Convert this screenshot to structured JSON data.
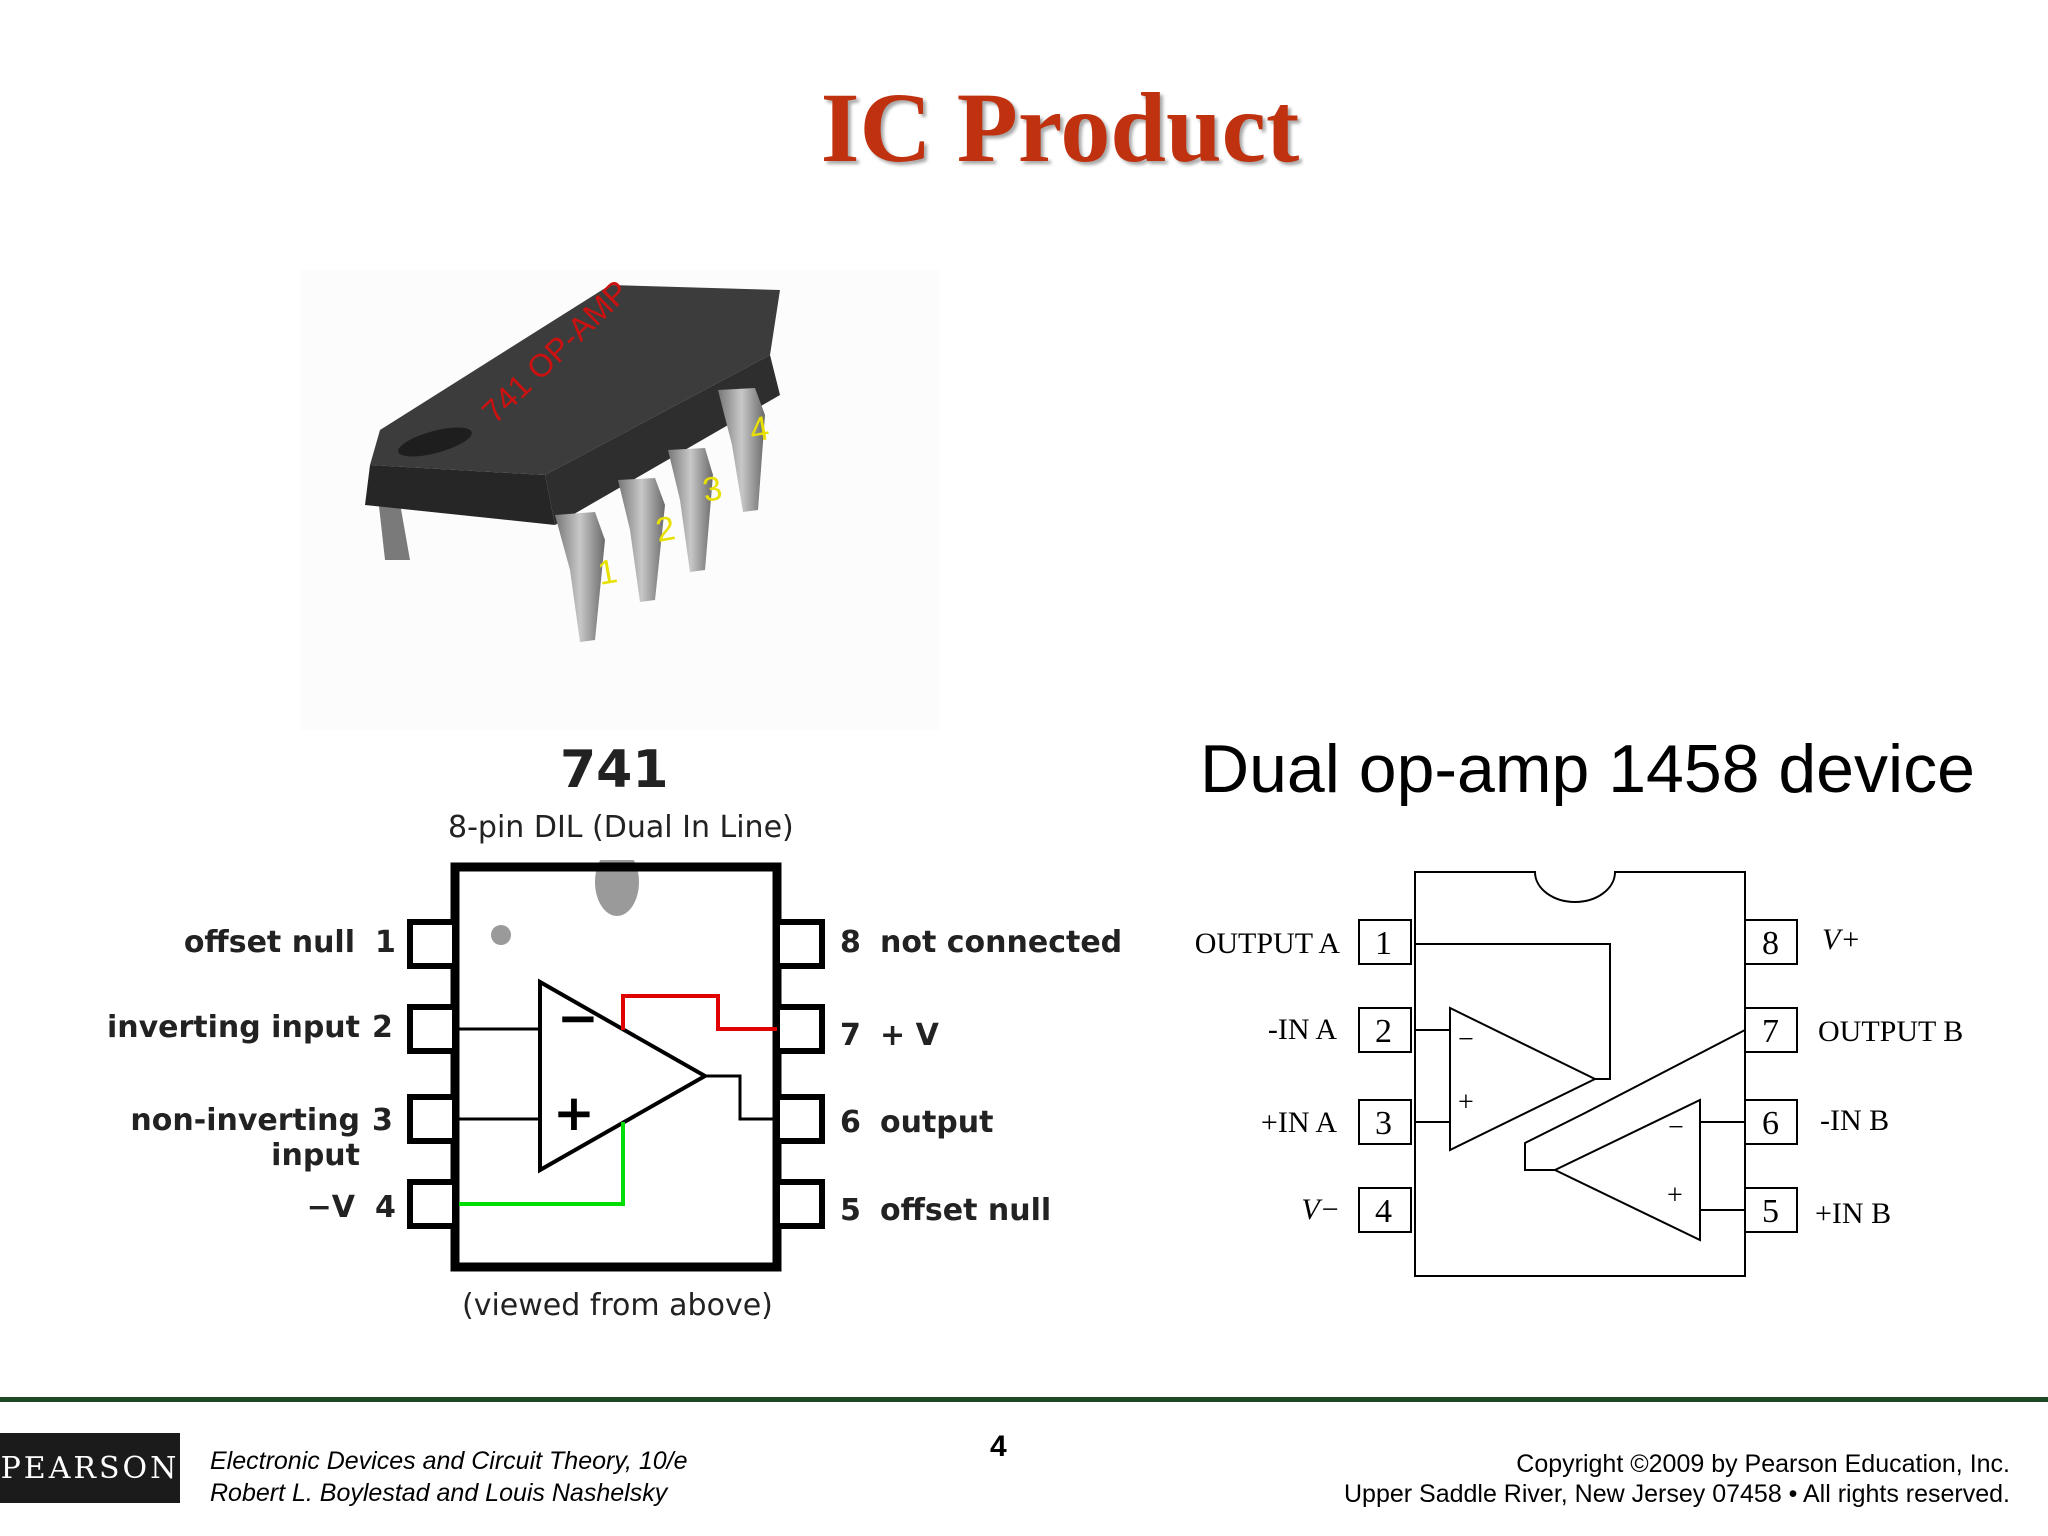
{
  "slide": {
    "title": "IC Product",
    "page_number": "4"
  },
  "chip_photo": {
    "marking": "741 OP-AMP",
    "pins": [
      "1",
      "2",
      "3",
      "4"
    ]
  },
  "ic741": {
    "title": "741",
    "subtitle": "8-pin DIL (Dual In Line)",
    "caption": "(viewed from above)",
    "left_pins": [
      {
        "label": "offset null",
        "number": "1"
      },
      {
        "label": "inverting input",
        "number": "2"
      },
      {
        "label": "non-inverting input",
        "number": "3"
      },
      {
        "label": "−V",
        "number": "4"
      }
    ],
    "right_pins": [
      {
        "number": "8",
        "label": "not connected"
      },
      {
        "number": "7",
        "label": "+ V"
      },
      {
        "number": "6",
        "label": "output"
      },
      {
        "number": "5",
        "label": "offset null"
      }
    ],
    "symbols": {
      "minus": "−",
      "plus": "+"
    },
    "colors": {
      "vplus_wire": "#e00000",
      "vminus_wire": "#00dd00"
    }
  },
  "ic1458": {
    "title": "Dual op-amp 1458 device",
    "left_pins": [
      {
        "label": "OUTPUT A",
        "number": "1"
      },
      {
        "label": "-IN A",
        "number": "2"
      },
      {
        "label": "+IN A",
        "number": "3"
      },
      {
        "label": "V−",
        "number": "4"
      }
    ],
    "right_pins": [
      {
        "number": "8",
        "label": "V+"
      },
      {
        "number": "7",
        "label": "OUTPUT B"
      },
      {
        "number": "6",
        "label": "-IN B"
      },
      {
        "number": "5",
        "label": "+IN B"
      }
    ],
    "symbols": {
      "minus": "−",
      "plus": "+"
    }
  },
  "footer": {
    "logo": "PEARSON",
    "book_title": "Electronic Devices and Circuit Theory, 10/e",
    "authors": "Robert L. Boylestad and Louis Nashelsky",
    "copyright": "Copyright ©2009 by Pearson Education, Inc.",
    "address": "Upper Saddle River, New Jersey 07458 • All rights reserved."
  }
}
